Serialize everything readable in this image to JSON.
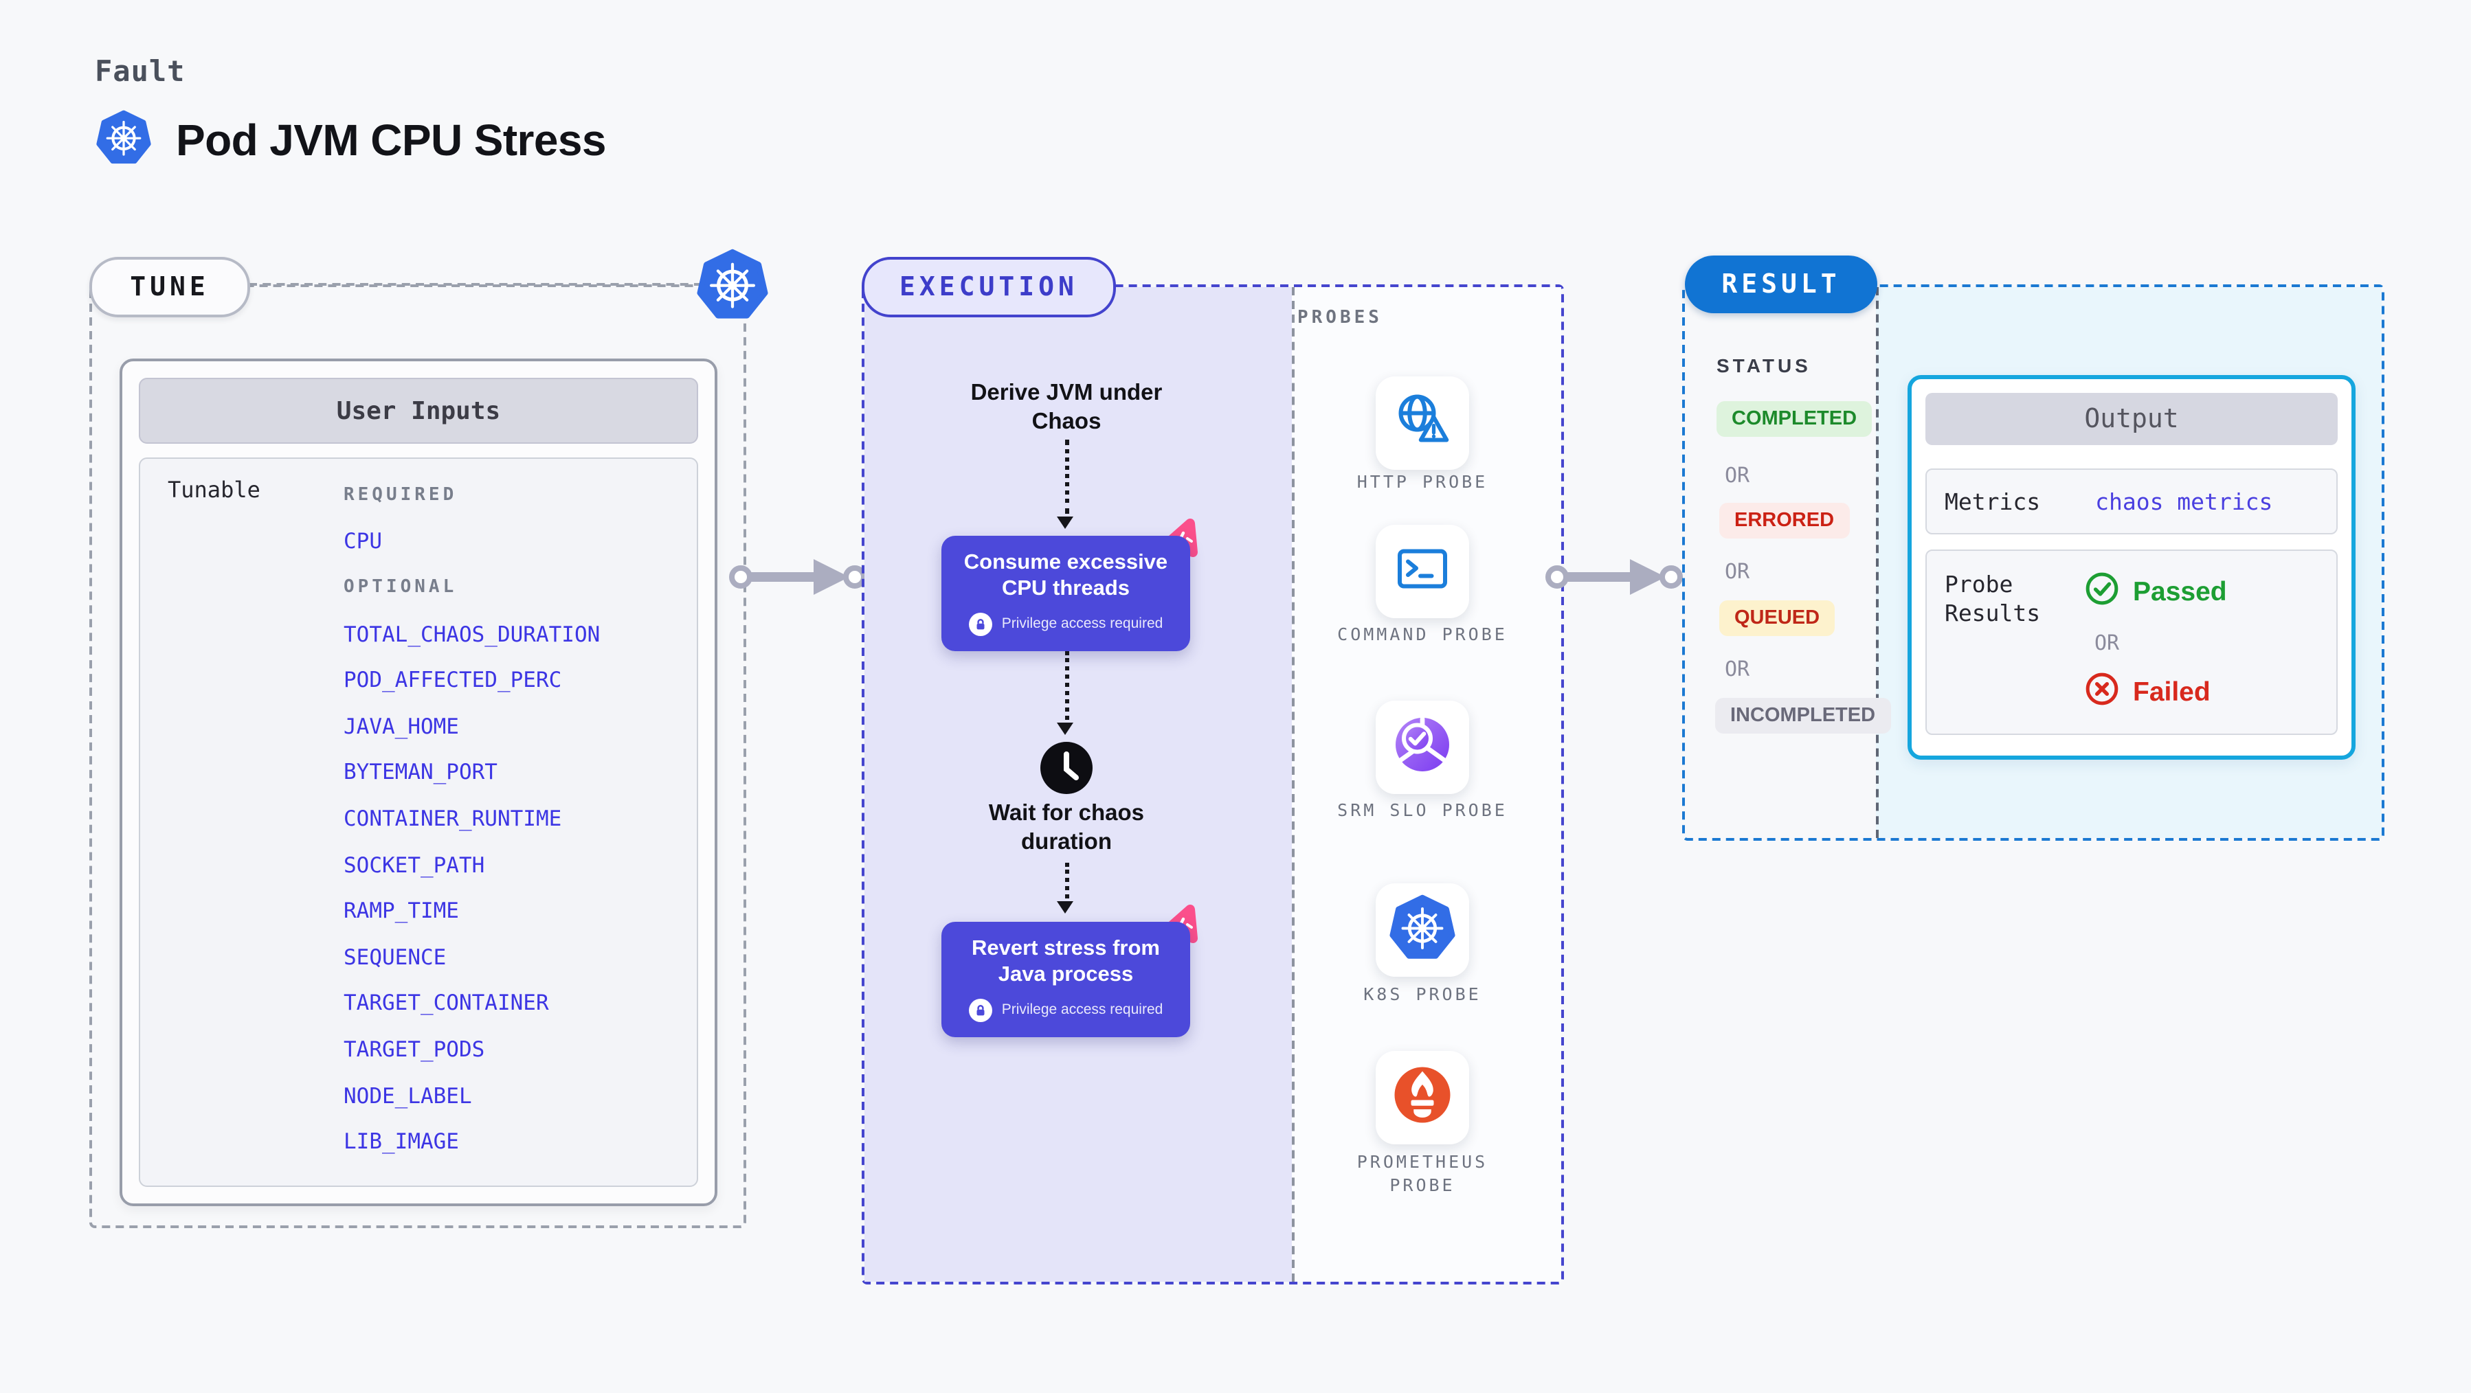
{
  "header": {
    "kicker": "Fault",
    "title": "Pod JVM CPU Stress"
  },
  "tune": {
    "pill_label": "TUNE",
    "panel_title": "User Inputs",
    "row_label": "Tunable",
    "required_label": "REQUIRED",
    "optional_label": "OPTIONAL",
    "required_params": [
      "CPU"
    ],
    "optional_params": [
      "TOTAL_CHAOS_DURATION",
      "POD_AFFECTED_PERC",
      "JAVA_HOME",
      "BYTEMAN_PORT",
      "CONTAINER_RUNTIME",
      "SOCKET_PATH",
      "RAMP_TIME",
      "SEQUENCE",
      "TARGET_CONTAINER",
      "TARGET_PODS",
      "NODE_LABEL",
      "LIB_IMAGE"
    ]
  },
  "execution": {
    "pill_label": "EXECUTION",
    "derive_step": "Derive JVM under Chaos",
    "consume_step": {
      "title": "Consume excessive CPU threads",
      "badge": "Privilege access required"
    },
    "wait_step": "Wait for chaos duration",
    "revert_step": {
      "title": "Revert stress from Java process",
      "badge": "Privilege access required"
    }
  },
  "probes": {
    "section_label": "PROBES",
    "items": [
      {
        "label": "HTTP PROBE",
        "icon": "globe-alert-icon"
      },
      {
        "label": "COMMAND PROBE",
        "icon": "terminal-icon"
      },
      {
        "label": "SRM SLO PROBE",
        "icon": "slo-gauge-icon"
      },
      {
        "label": "K8S PROBE",
        "icon": "kubernetes-icon"
      },
      {
        "label": "PROMETHEUS PROBE",
        "icon": "prometheus-icon"
      }
    ]
  },
  "result": {
    "pill_label": "RESULT",
    "status_label": "STATUS",
    "or_label": "OR",
    "statuses": [
      {
        "label": "COMPLETED",
        "bg": "#def3dd",
        "color": "#1d8a2b"
      },
      {
        "label": "ERRORED",
        "bg": "#fcebe9",
        "color": "#cb2114"
      },
      {
        "label": "QUEUED",
        "bg": "#fdf2cd",
        "color": "#bf2718"
      },
      {
        "label": "INCOMPLETED",
        "bg": "#ebebf0",
        "color": "#696979"
      }
    ],
    "output": {
      "title": "Output",
      "metrics_label": "Metrics",
      "metrics_value": "chaos metrics",
      "probe_results_label": "Probe Results",
      "passed_label": "Passed",
      "or_label": "OR",
      "failed_label": "Failed"
    }
  },
  "colors": {
    "page_bg": "#f7f8fa",
    "param_blue": "#3c35e4",
    "execution_indigo": "#4c49da",
    "execution_border": "#4545ce",
    "lavender_fill": "#e4e4f9",
    "chaos_pink": "#fb4f8b",
    "result_blue": "#1174d3",
    "output_cyan_border": "#15a6de",
    "cyan_fill": "#e9f6fc",
    "passed_green": "#1d9e33",
    "failed_red": "#d8291d",
    "kubernetes_blue": "#326de6",
    "probe_icon_blue": "#1b7edb",
    "slo_purple": "#7a3af0",
    "prometheus_orange": "#e8512a",
    "arrow_gray": "#abadc0"
  }
}
